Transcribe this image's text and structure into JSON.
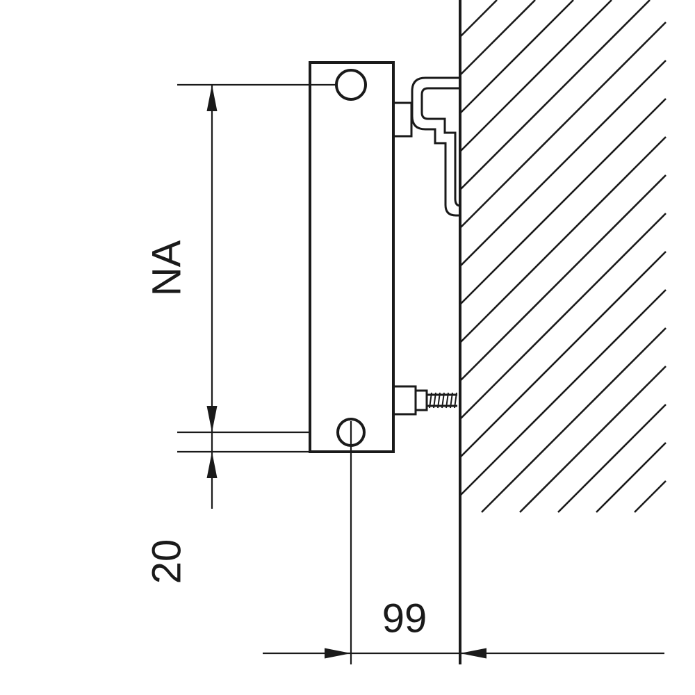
{
  "drawing": {
    "labels": {
      "hub_distance": "NA",
      "bottom_offset": "20",
      "wall_distance": "99"
    },
    "colors": {
      "line": "#1a1a1a",
      "background": "#ffffff"
    }
  }
}
